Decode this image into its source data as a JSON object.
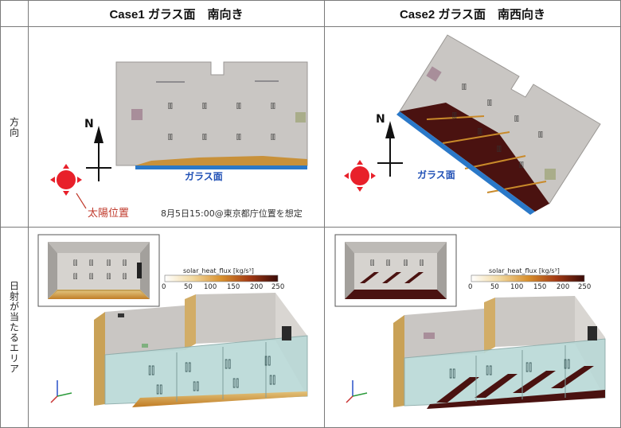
{
  "headers": {
    "case1": "Case1 ガラス面　南向き",
    "case2": "Case2 ガラス面　南西向き"
  },
  "rows": {
    "orientation": "方向",
    "sunlit_area": "日射が当たるエリア"
  },
  "labels": {
    "north": "N",
    "glass_surface": "ガラス面",
    "sun_position": "太陽位置",
    "condition_note": "8月5日15:00@東京都庁位置を想定"
  },
  "colorbar": {
    "title": "solar_heat_flux [kg/s³]",
    "ticks": [
      "0",
      "50",
      "100",
      "150",
      "200",
      "250"
    ]
  },
  "colors": {
    "glass": "#2a78c8",
    "sun": "#e8202a",
    "label_red": "#c0392b",
    "label_blue": "#1f4fb5",
    "floor_heat": "#c98a2a",
    "floor_dark": "#4a1210",
    "wall_grey": "#c8c5c0"
  }
}
